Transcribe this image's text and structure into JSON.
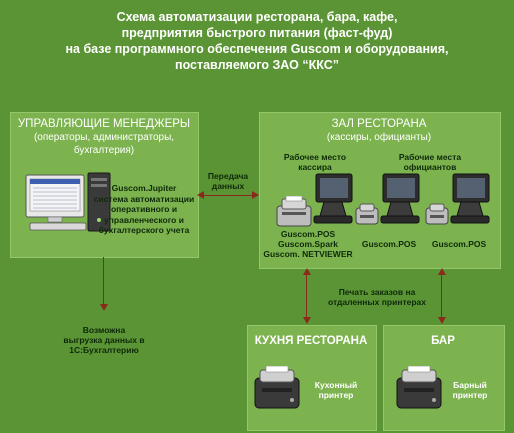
{
  "title": {
    "line1": "Схема автоматизации ресторана, бара, кафе,",
    "line2": "предприятия быстрого питания (фаст-фуд)",
    "line3": "на базе программного обеспечения Guscom и оборудования,",
    "line4": "поставляемого ЗАО “ККС”"
  },
  "managers": {
    "heading": "УПРАВЛЯЮЩИЕ МЕНЕДЖЕРЫ",
    "sub1": "(операторы, администраторы,",
    "sub2": "бухгалтерия)",
    "app_name": "Guscom.Jupiter",
    "app_desc1": "система автоматизации",
    "app_desc2": "оперативного и",
    "app_desc3": "управленческого и",
    "app_desc4": "бухгалтерского учета"
  },
  "link_transfer": {
    "line1": "Передача",
    "line2": "данных"
  },
  "hall": {
    "heading": "ЗАЛ РЕСТОРАНА",
    "sub": "(кассиры, официанты)",
    "cashier_label1": "Рабочее место",
    "cashier_label2": "кассира",
    "waiter_label1": "Рабочие места",
    "waiter_label2": "официантов",
    "cashier_sw1": "Guscom.POS",
    "cashier_sw2": "Guscom.Spark",
    "cashier_sw3": "Guscom. NETVIEWER",
    "waiter1_sw": "Guscom.POS",
    "waiter2_sw": "Guscom.POS"
  },
  "export": {
    "line1": "Возможна",
    "line2": "выгрузка данных в",
    "line3": "1С:Бухгалтерию"
  },
  "print_orders": {
    "line1": "Печать заказов на",
    "line2": "отдаленных принтерах"
  },
  "kitchen": {
    "heading": "КУХНЯ РЕСТОРАНА",
    "printer1": "Кухонный",
    "printer2": "принтер"
  },
  "bar": {
    "heading": "БАР",
    "printer1": "Барный",
    "printer2": "принтер"
  }
}
